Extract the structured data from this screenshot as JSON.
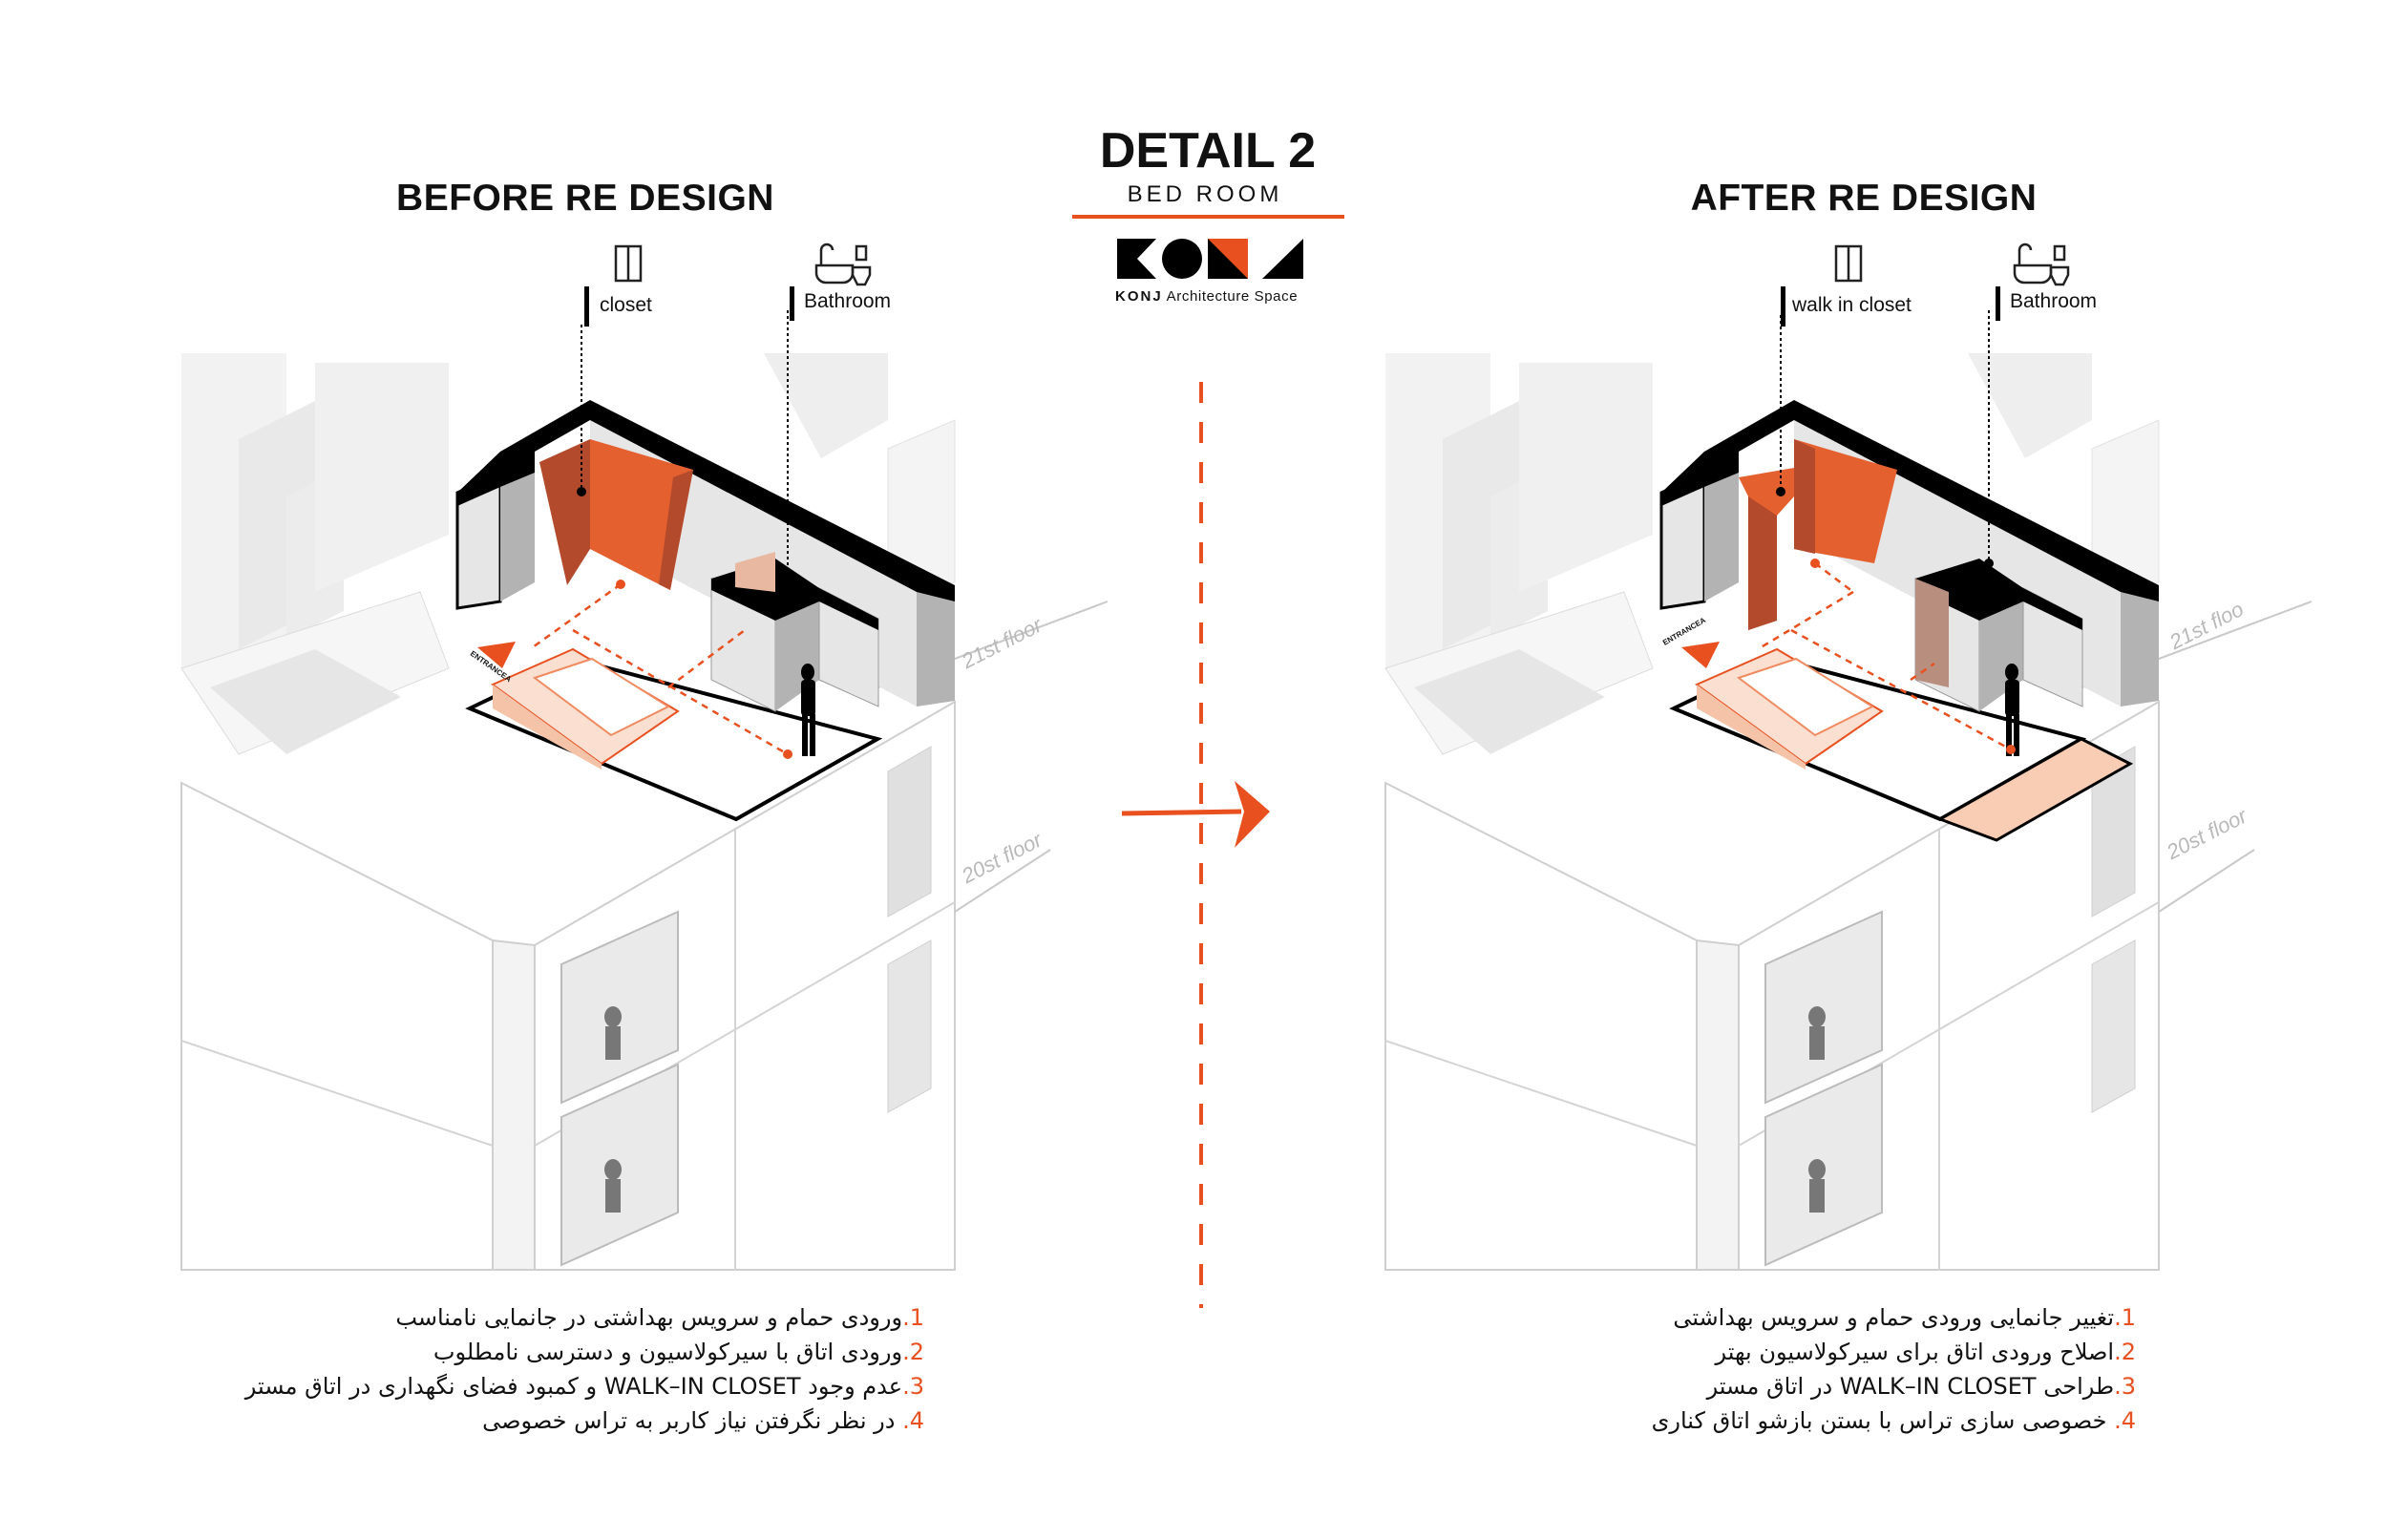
{
  "header": {
    "title": "DETAIL 2",
    "subtitle": "BED ROOM",
    "logo_brand": "KONJ",
    "logo_tagline": "Architecture Space"
  },
  "before": {
    "title": "BEFORE RE DESIGN",
    "labels": {
      "closet": "closet",
      "bathroom": "Bathroom"
    },
    "floors": {
      "upper": "21st floor",
      "lower": "20st floor"
    },
    "entrance": "ENTRANCEA",
    "notes": [
      {
        "num": "1.",
        "text": "ورودی حمام و سرویس بهداشتی در جانمایی نامناسب"
      },
      {
        "num": "2.",
        "text": "ورودی اتاق با سیرکولاسیون و دسترسی نامطلوب"
      },
      {
        "num": "3.",
        "text": "عدم وجود WALK–IN CLOSET و کمبود فضای نگهداری در اتاق مستر"
      },
      {
        "num": "4.",
        "text": " در نظر نگرفتن نیاز کاربر به تراس خصوصی"
      }
    ]
  },
  "after": {
    "title": "AFTER RE DESIGN",
    "labels": {
      "closet": "walk in closet",
      "bathroom": "Bathroom"
    },
    "floors": {
      "upper": "21st floo",
      "lower": "20st floor"
    },
    "entrance": "ENTRANCEA",
    "notes": [
      {
        "num": "1.",
        "text": "تغییر جانمایی ورودی حمام و سرویس بهداشتی"
      },
      {
        "num": "2.",
        "text": "اصلاح ورودی اتاق برای سیرکولاسیون بهتر"
      },
      {
        "num": "3.",
        "text": "طراحی WALK–IN CLOSET در اتاق مستر"
      },
      {
        "num": "4.",
        "text": " خصوصی سازی تراس با بستن بازشو اتاق کناری"
      }
    ]
  },
  "colors": {
    "accent": "#e8501f",
    "orange_wall": "#e5602f",
    "peach": "#f9cdb3",
    "wall": "#000000"
  }
}
